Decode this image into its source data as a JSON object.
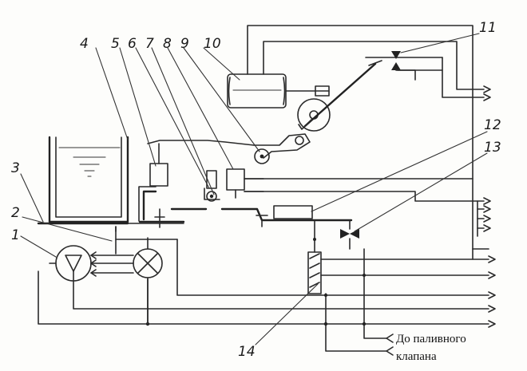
{
  "labels": {
    "n1": "1",
    "n2": "2",
    "n3": "3",
    "n4": "4",
    "n5": "5",
    "n6": "6",
    "n7": "7",
    "n8": "8",
    "n9": "9",
    "n10": "10",
    "n11": "11",
    "n12": "12",
    "n13": "13",
    "n14": "14"
  },
  "caption": {
    "line1": "До паливного",
    "line2": "клапана"
  }
}
